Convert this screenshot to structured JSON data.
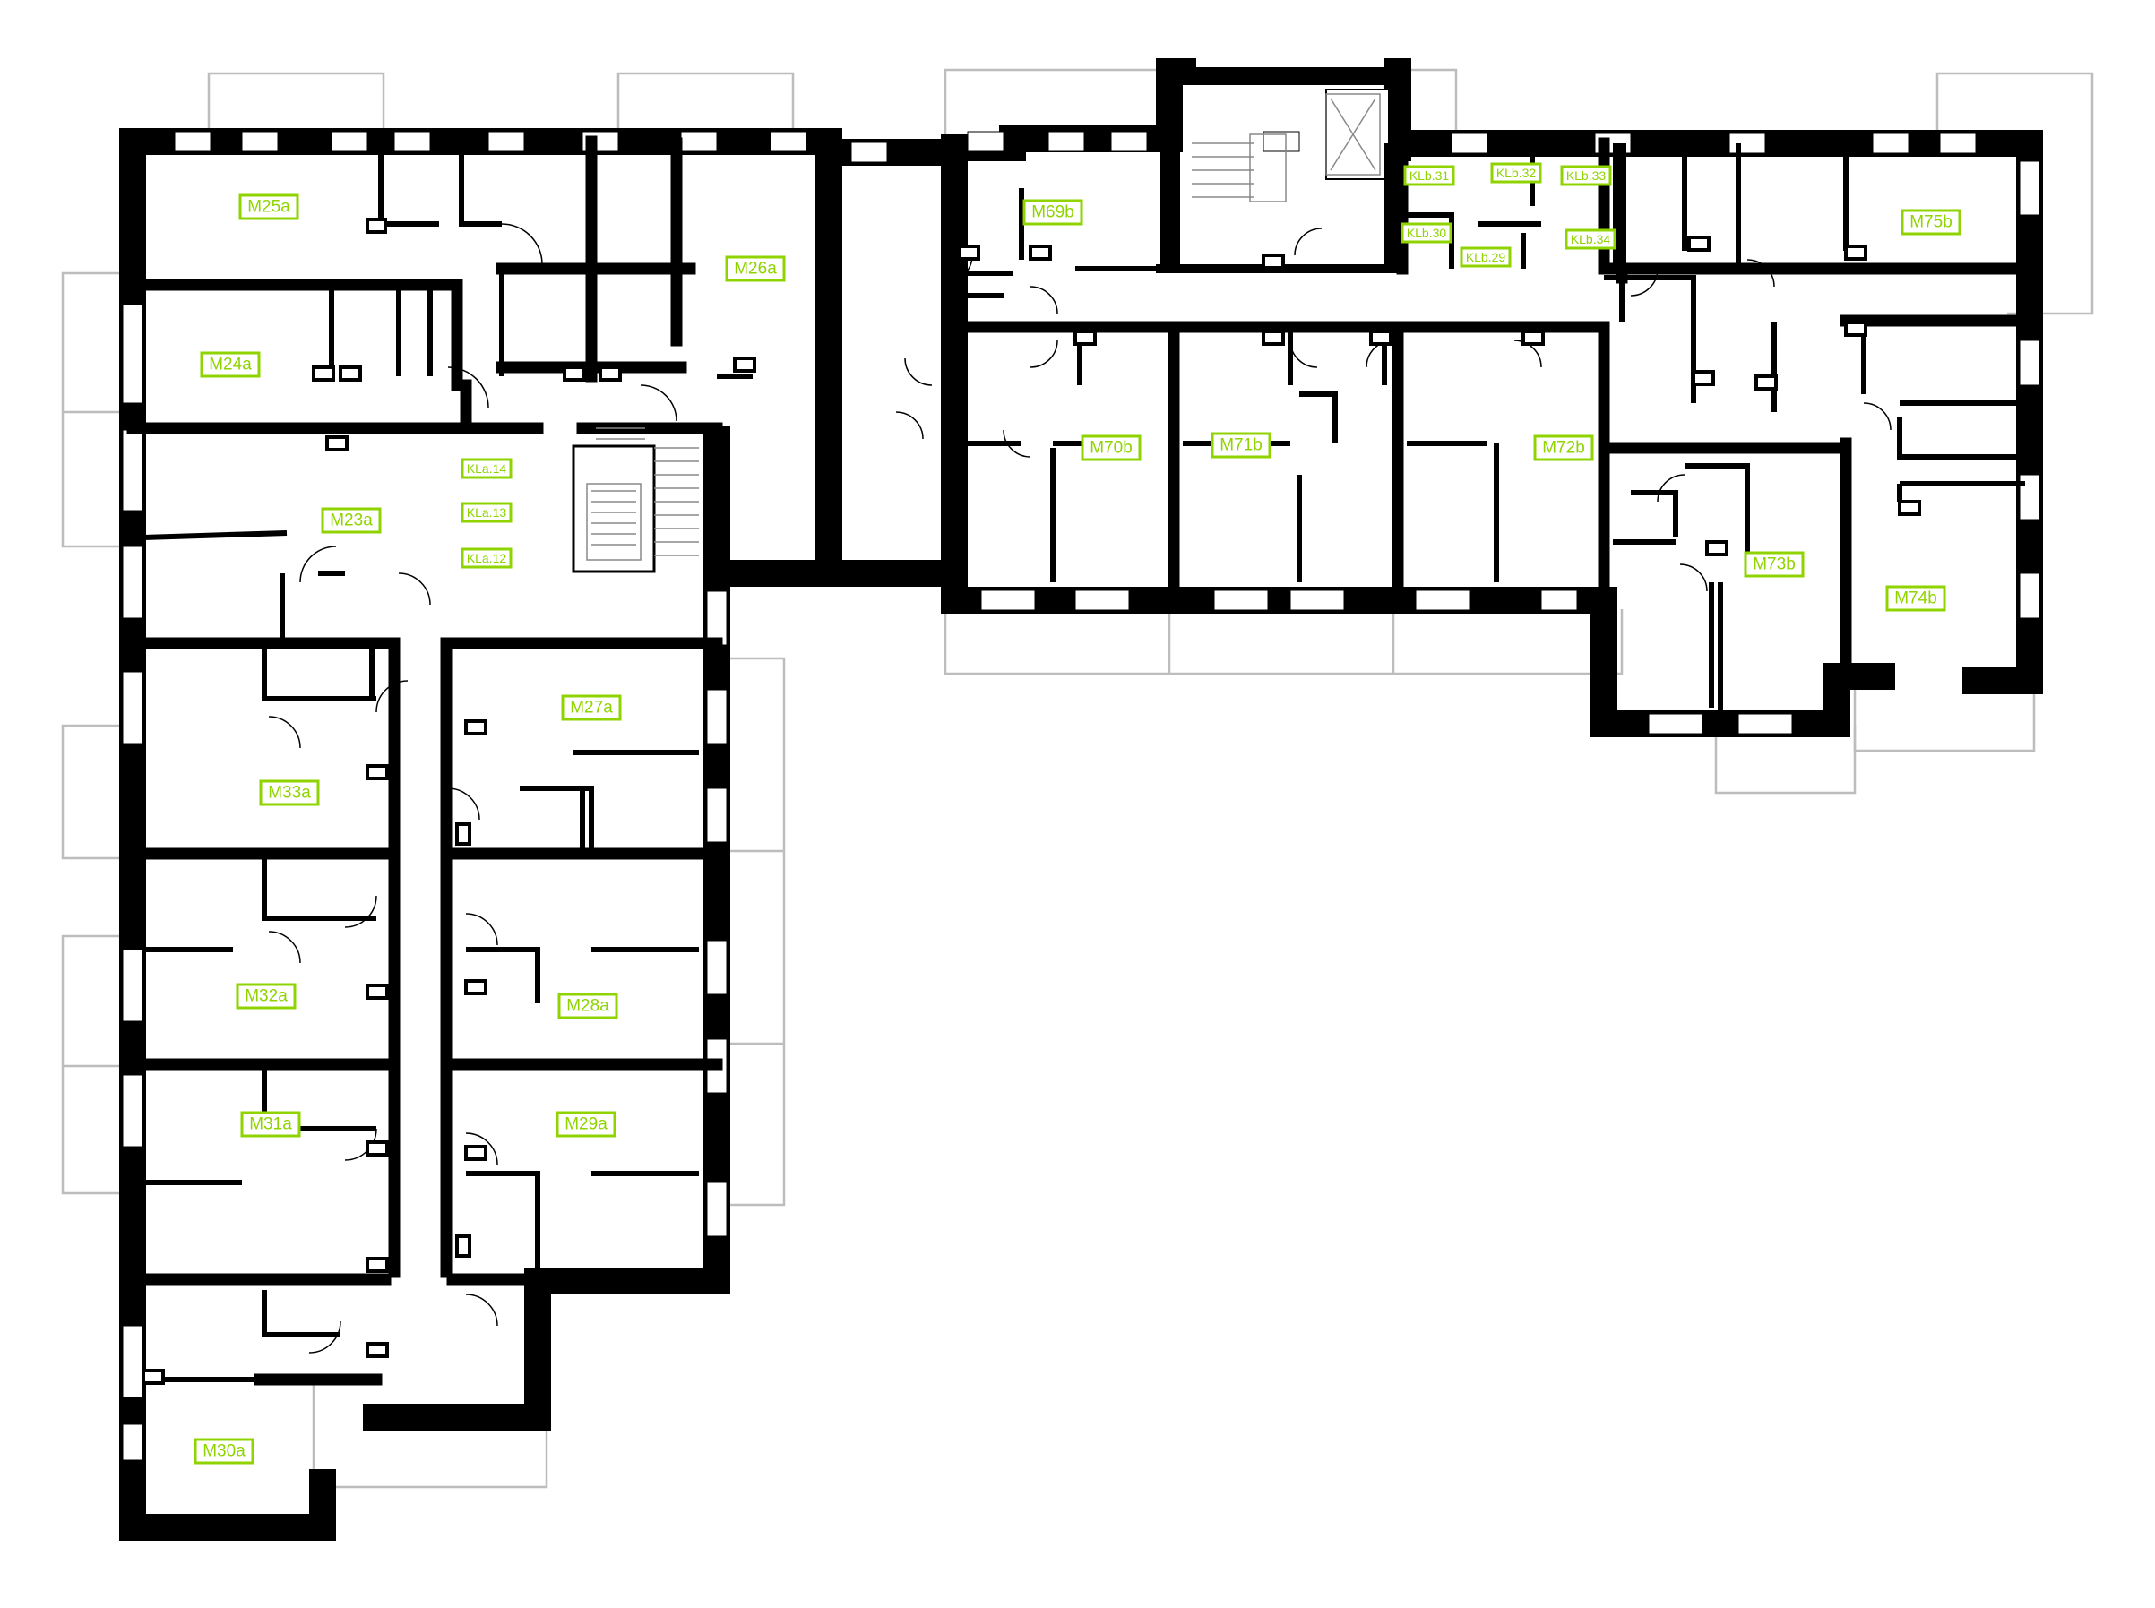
{
  "colors": {
    "wall": "#000000",
    "balcony": "#bdbdbd",
    "label": "#8fd400",
    "background": "#ffffff"
  },
  "labels": {
    "apartments": [
      "M25a",
      "M26a",
      "M24a",
      "M23a",
      "M27a",
      "M33a",
      "M32a",
      "M28a",
      "M31a",
      "M29a",
      "M30a",
      "M69b",
      "M70b",
      "M71b",
      "M72b",
      "M73b",
      "M74b",
      "M75b"
    ],
    "storage_a": [
      "KLa.14",
      "KLa.13",
      "KLa.12"
    ],
    "storage_b": [
      "KLb.31",
      "KLb.32",
      "KLb.33",
      "KLb.30",
      "KLb.29",
      "KLb.34"
    ]
  }
}
